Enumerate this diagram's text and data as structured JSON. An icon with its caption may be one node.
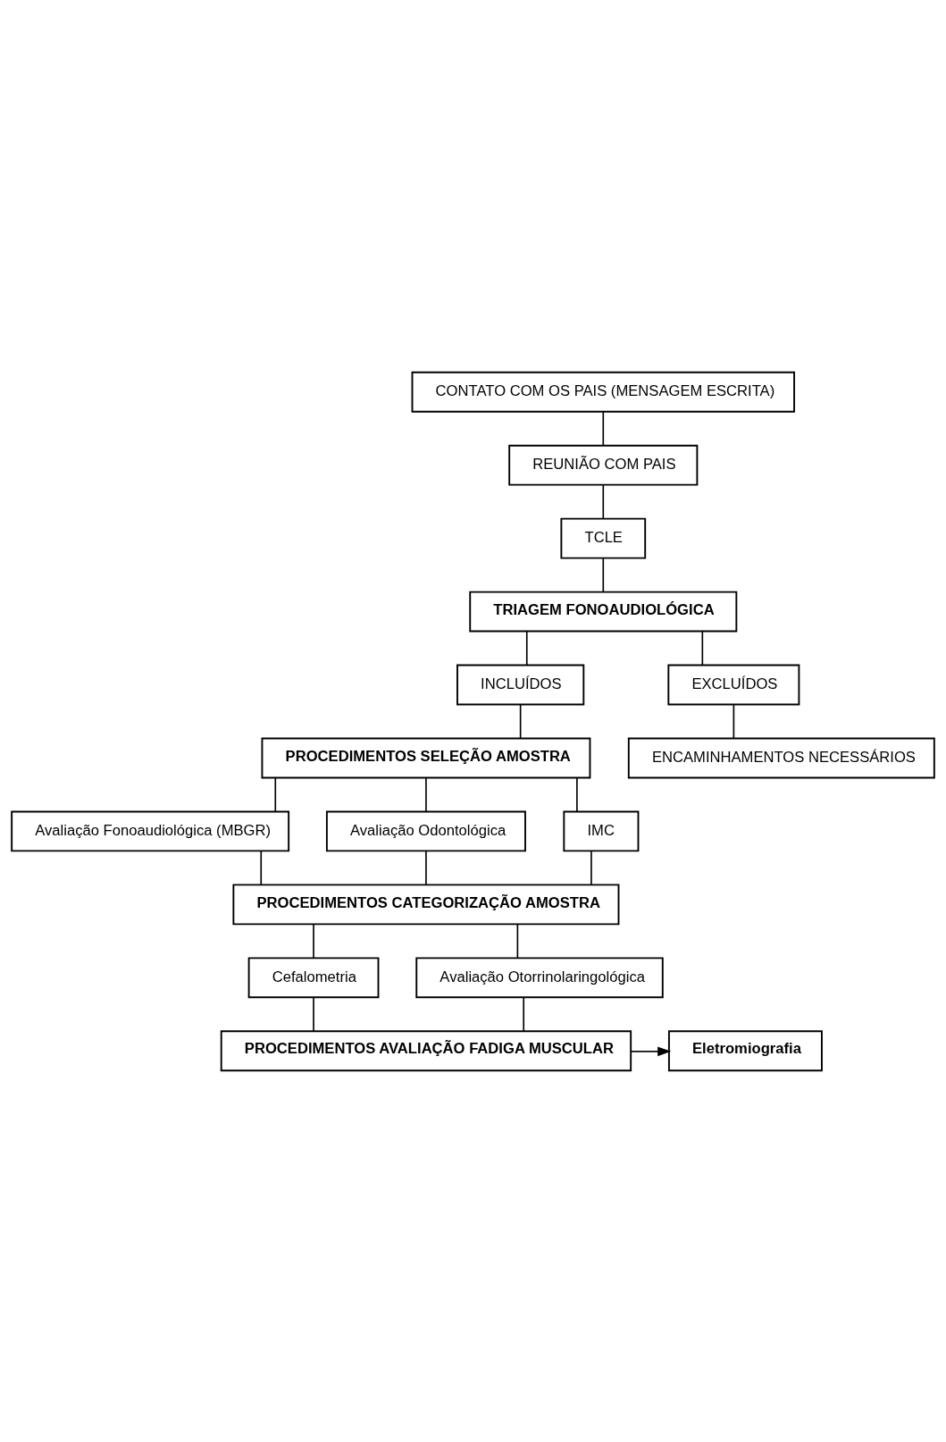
{
  "diagram": {
    "nodes": [
      {
        "text": [
          "CONTATO COM OS PAIS (MENSAGEM ESCRITA)"
        ]
      },
      {
        "text": [
          "REUNIÃO COM PAIS"
        ]
      },
      {
        "text": [
          "TCLE"
        ]
      },
      {
        "text": [
          "TRIAGEM FONOAUDIOLÓGICA"
        ]
      },
      {
        "text": [
          "INCLUÍDOS"
        ]
      },
      {
        "text": [
          "EXCLUÍDOS"
        ]
      },
      {
        "text": [
          "ENCAMINHAMENTOS NECESSÁRIOS"
        ]
      },
      {
        "text": [
          "PROCEDIMENTOS SELEÇÃO AMOSTRA"
        ]
      },
      {
        "text": [
          "Avaliação Fonoaudiológica (MBGR)"
        ]
      },
      {
        "text": [
          "Avaliação Odontológica"
        ]
      },
      {
        "text": [
          "IMC"
        ]
      },
      {
        "text": [
          "PROCEDIMENTOS CATEGORIZAÇÃO AMOSTRA"
        ]
      },
      {
        "text": [
          "Cefalometria"
        ]
      },
      {
        "text": [
          "Avaliação Otorrinolaringológica"
        ]
      },
      {
        "text": [
          "PROCEDIMENTOS AVALIAÇÃO FADIGA MUSCULAR"
        ]
      },
      {
        "text": [
          "Eletromiografia"
        ]
      }
    ],
    "edges": [
      {
        "from": 0,
        "to": 1,
        "arrow": "none"
      },
      {
        "from": 1,
        "to": 2,
        "arrow": "none"
      },
      {
        "from": 2,
        "to": 3,
        "arrow": "none"
      },
      {
        "from": 3,
        "to": 4,
        "arrow": "none"
      },
      {
        "from": 3,
        "to": 5,
        "arrow": "none"
      },
      {
        "from": 5,
        "to": 6,
        "arrow": "none"
      },
      {
        "from": 4,
        "to": 7,
        "arrow": "none"
      },
      {
        "from": 7,
        "to": 8,
        "arrow": "none"
      },
      {
        "from": 7,
        "to": 9,
        "arrow": "none"
      },
      {
        "from": 7,
        "to": 10,
        "arrow": "none"
      },
      {
        "from": 8,
        "to": 11,
        "arrow": "none"
      },
      {
        "from": 9,
        "to": 11,
        "arrow": "none"
      },
      {
        "from": 10,
        "to": 11,
        "arrow": "none"
      },
      {
        "from": 11,
        "to": 12,
        "arrow": "none"
      },
      {
        "from": 11,
        "to": 13,
        "arrow": "none"
      },
      {
        "from": 12,
        "to": 14,
        "arrow": "none"
      },
      {
        "from": 13,
        "to": 14,
        "arrow": "none"
      },
      {
        "from": 14,
        "to": 15,
        "arrow": "to"
      }
    ]
  }
}
